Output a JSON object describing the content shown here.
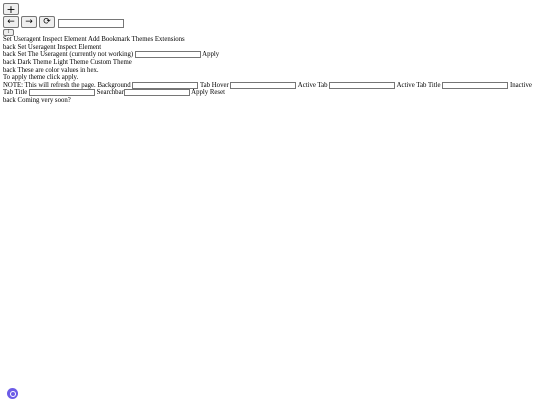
{
  "toolbar": {
    "new_tab_label": "+",
    "back_label": "←",
    "forward_label": "→",
    "reload_label": "⟳",
    "url_value": "",
    "small_button_label": "⁞"
  },
  "menu": [
    "Set Useragent",
    "Inspect Element",
    "Add Bookmark",
    "Themes",
    "Extensions"
  ],
  "menu_panel": {
    "back": "back",
    "items": [
      "Set Useragent",
      "Inspect Element"
    ]
  },
  "useragent_panel": {
    "back": "back",
    "label": "Set The Useragent (currently not working)",
    "input_value": "",
    "apply": "Apply"
  },
  "themes_panel": {
    "back": "back",
    "options": [
      "Dark Theme",
      "Light Theme",
      "Custom Theme"
    ]
  },
  "custom_theme": {
    "back": "back",
    "intro": "These are color values in hex.",
    "instructions": "To apply theme click apply.",
    "note": "NOTE: This will refresh the page.",
    "fields": [
      "Background",
      "Tab Hover",
      "Active Tab",
      "Active Tab Title",
      "Inactive Tab Title",
      "Searchbar"
    ],
    "apply": "Apply",
    "reset": "Reset"
  },
  "extensions_panel": {
    "back": "back",
    "text": "Coming very soon?"
  }
}
